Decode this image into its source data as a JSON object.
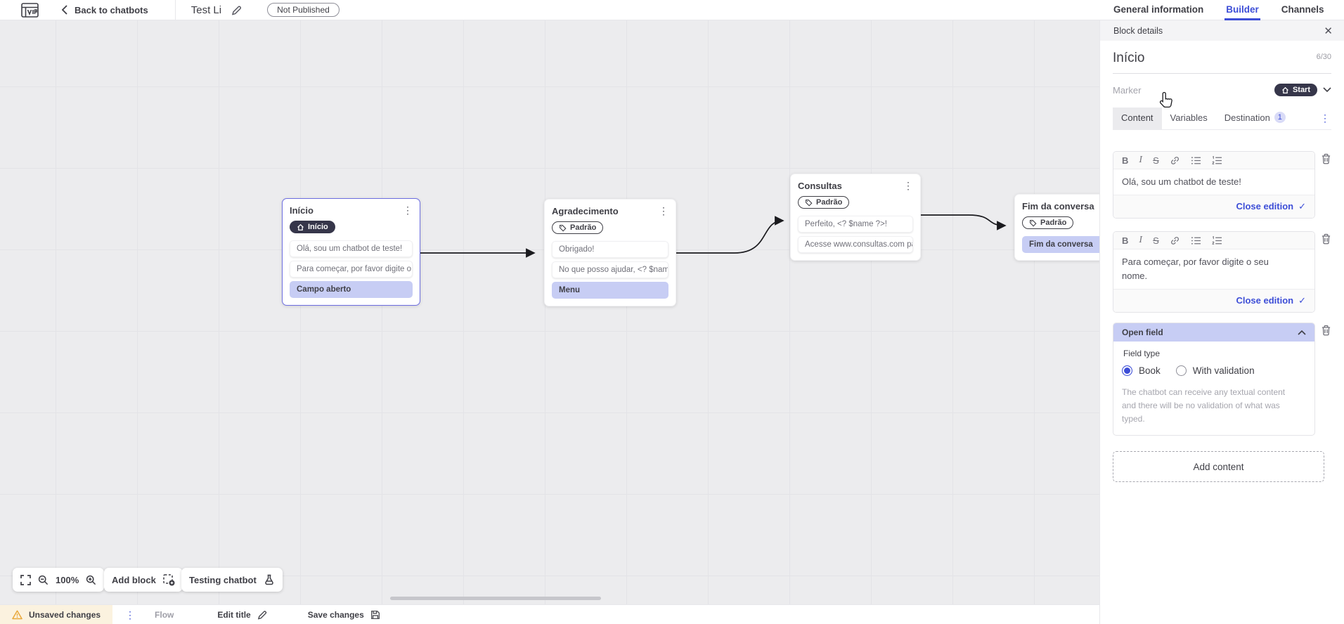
{
  "topbar": {
    "back_label": "Back to chatbots",
    "title": "Test Li",
    "status_badge": "Not Published",
    "tabs": [
      {
        "label": "General information"
      },
      {
        "label": "Builder"
      },
      {
        "label": "Channels"
      }
    ]
  },
  "canvas": {
    "blocks": [
      {
        "title": "Início",
        "marker": "Início",
        "items": [
          {
            "text": "Olá, sou um chatbot de teste!"
          },
          {
            "text": "Para começar, por favor digite o ..."
          },
          {
            "text": "Campo aberto"
          }
        ]
      },
      {
        "title": "Agradecimento",
        "marker": "Padrão",
        "items": [
          {
            "text": "Obrigado!"
          },
          {
            "text": "No que posso ajudar, <? $name ..."
          },
          {
            "text": "Menu"
          }
        ]
      },
      {
        "title": "Consultas",
        "marker": "Padrão",
        "items": [
          {
            "text": "Perfeito, <? $name ?>!"
          },
          {
            "text": "Acesse www.consultas.com par..."
          }
        ]
      },
      {
        "title": "Fim da conversa",
        "marker": "Padrão",
        "items": [
          {
            "text": "Fim da conversa"
          }
        ]
      }
    ]
  },
  "toolbar": {
    "zoom_level": "100%",
    "add_block_label": "Add block",
    "testing_label": "Testing chatbot"
  },
  "statusbar": {
    "unsaved_label": "Unsaved changes",
    "flow_label": "Flow",
    "edit_title_label": "Edit title",
    "save_label": "Save changes"
  },
  "panel": {
    "header": "Block details",
    "block_name": "Início",
    "name_counter": "6/30",
    "marker_label": "Marker",
    "marker_value": "Start",
    "tabs": {
      "content": "Content",
      "variables": "Variables",
      "destination": "Destination",
      "destination_badge": "1"
    },
    "editors": [
      {
        "text": "Olá, sou um chatbot de teste!",
        "close_label": "Close edition"
      },
      {
        "text": "Para começar, por favor digite o seu nome.",
        "close_label": "Close edition"
      }
    ],
    "open_field": {
      "title": "Open field",
      "field_type_label": "Field type",
      "option_book": "Book",
      "option_validation": "With validation",
      "helper": "The chatbot can receive any textual content and there will be no validation of what was typed."
    },
    "add_content_label": "Add content"
  },
  "colors": {
    "accent": "#3d4ed7",
    "dark_pill": "#36364a",
    "highlight_row": "#c7cdf4",
    "canvas_bg": "#ececee",
    "warning": "#e9a83b"
  }
}
